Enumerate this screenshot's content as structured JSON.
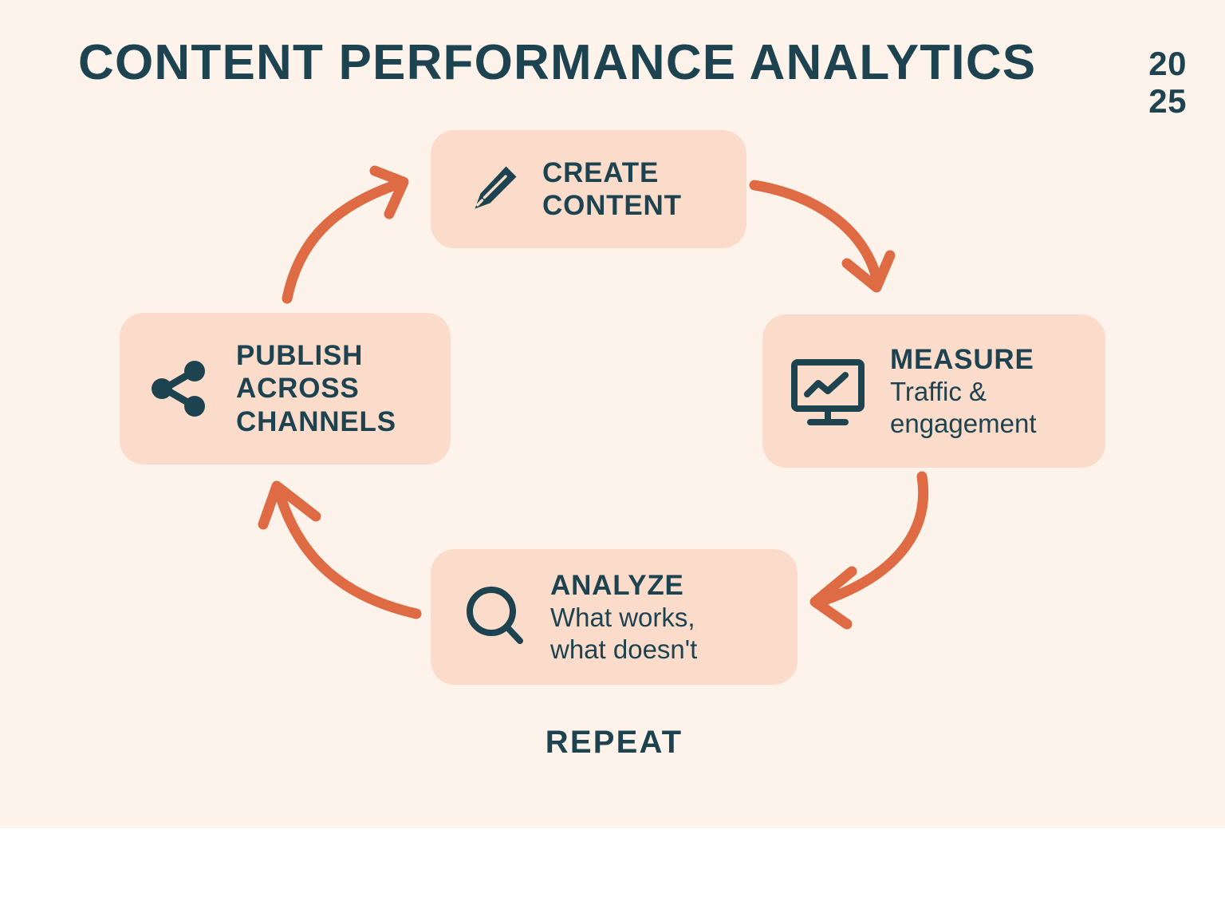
{
  "header": {
    "title": "CONTENT PERFORMANCE ANALYTICS",
    "year_top": "20",
    "year_bottom": "25"
  },
  "colors": {
    "background": "#fdf3ea",
    "card_fill": "#fbdccb",
    "ink": "#1d4350",
    "accent": "#df6b44",
    "page": "#ffffff"
  },
  "cycle": {
    "steps": [
      {
        "id": "create",
        "icon": "pencil-icon",
        "headline_line1": "CREATE",
        "headline_line2": "CONTENT",
        "subline_line1": "",
        "subline_line2": ""
      },
      {
        "id": "measure",
        "icon": "monitor-chart-icon",
        "headline_line1": "MEASURE",
        "headline_line2": "",
        "subline_line1": "Traffic &",
        "subline_line2": "engagement"
      },
      {
        "id": "analyze",
        "icon": "magnifier-icon",
        "headline_line1": "ANALYZE",
        "headline_line2": "",
        "subline_line1": "What works,",
        "subline_line2": "what doesn't"
      },
      {
        "id": "publish",
        "icon": "share-nodes-icon",
        "headline_line1": "PUBLISH",
        "headline_line2": "ACROSS",
        "headline_line3": "CHANNELS",
        "subline_line1": "",
        "subline_line2": ""
      }
    ],
    "footer_label": "REPEAT",
    "arrows": [
      {
        "id": "create-to-measure",
        "from": "create",
        "to": "measure"
      },
      {
        "id": "measure-to-analyze",
        "from": "measure",
        "to": "analyze"
      },
      {
        "id": "analyze-to-publish",
        "from": "analyze",
        "to": "publish"
      },
      {
        "id": "publish-to-create",
        "from": "publish",
        "to": "create"
      }
    ]
  }
}
